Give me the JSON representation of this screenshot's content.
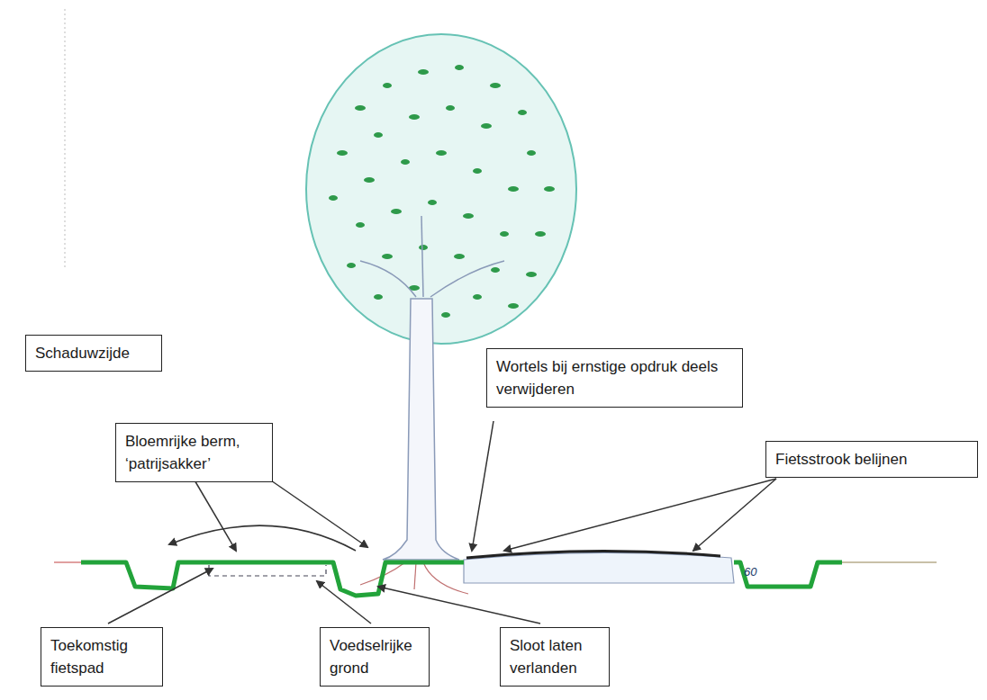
{
  "diagram": {
    "nodes": [
      {
        "text": [
          "Schaduwzijde"
        ]
      },
      {
        "text": [
          "Wortels bij ernstige opdruk deels verwijderen"
        ]
      },
      {
        "text": [
          "Bloemrijke berm, ‘patrijsakker’"
        ]
      },
      {
        "text": [
          "Fietsstrook belijnen"
        ]
      },
      {
        "text": [
          "Toekomstig fietspad"
        ]
      },
      {
        "text": [
          "Voedselrijke grond"
        ]
      },
      {
        "text": [
          "Sloot laten verlanden"
        ]
      }
    ],
    "labels": [
      "60"
    ]
  }
}
